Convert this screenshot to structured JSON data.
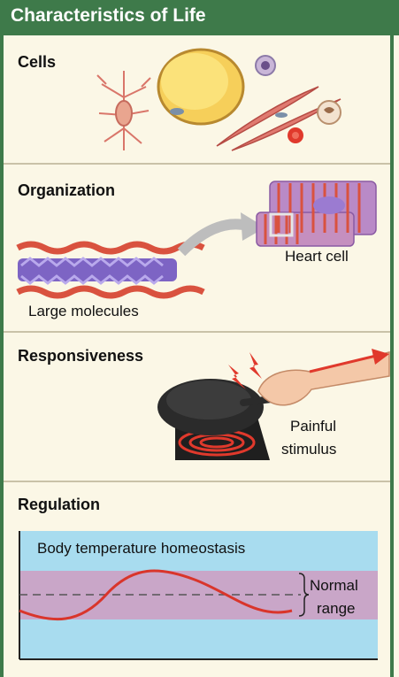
{
  "header": {
    "title": "Characteristics of Life"
  },
  "sections": {
    "cells": {
      "label": "Cells"
    },
    "organization": {
      "label": "Organization",
      "heart_cell": "Heart cell",
      "large_molecules": "Large molecules"
    },
    "responsiveness": {
      "label": "Responsiveness",
      "stimulus_line1": "Painful",
      "stimulus_line2": "stimulus"
    },
    "regulation": {
      "label": "Regulation",
      "graph_title": "Body temperature homeostasis",
      "normal_line1": "Normal",
      "normal_line2": "range"
    }
  },
  "colors": {
    "header_green": "#3e7a4a",
    "background": "#fbf7e6",
    "graph_blue": "#a8dcef",
    "graph_band": "#c9a6c8",
    "curve_red": "#d9352b"
  }
}
